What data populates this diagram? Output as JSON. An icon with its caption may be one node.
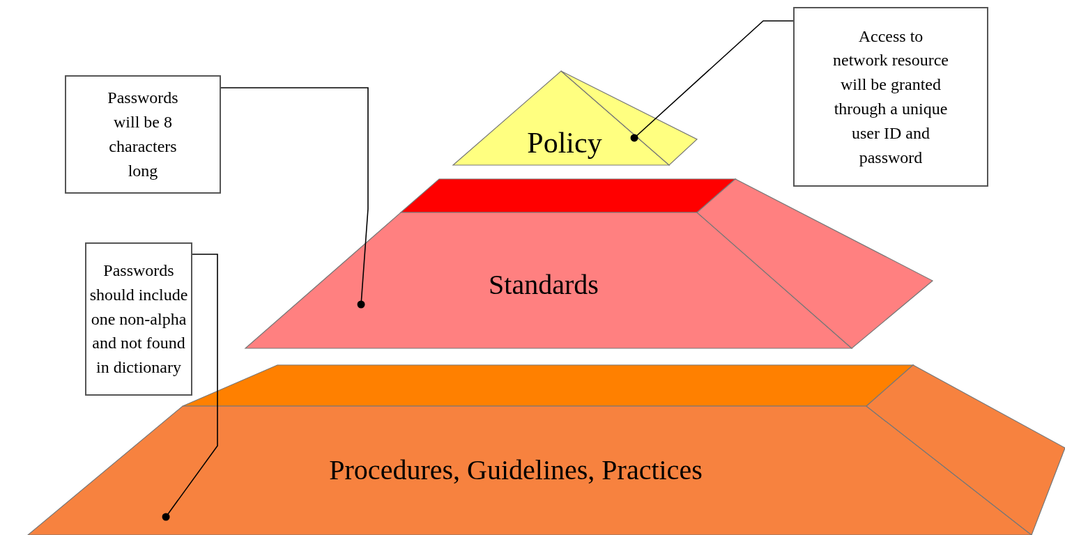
{
  "diagram": {
    "nodes": [
      {
        "text": [
          "Policy"
        ]
      },
      {
        "text": [
          "Standards"
        ]
      },
      {
        "text": [
          "Procedures, Guidelines, Practices"
        ]
      },
      {
        "text": [
          "Access to network resource will be granted through a unique user ID and password"
        ]
      },
      {
        "text": [
          "Passwords will be 8 characters long"
        ]
      },
      {
        "text": [
          "Passwords should include one non-alpha and not found in dictionary"
        ]
      }
    ],
    "edges": [
      {
        "from": 3,
        "to": 0,
        "arrow": "other"
      },
      {
        "from": 4,
        "to": 1,
        "arrow": "other"
      },
      {
        "from": 5,
        "to": 2,
        "arrow": "other"
      }
    ]
  }
}
